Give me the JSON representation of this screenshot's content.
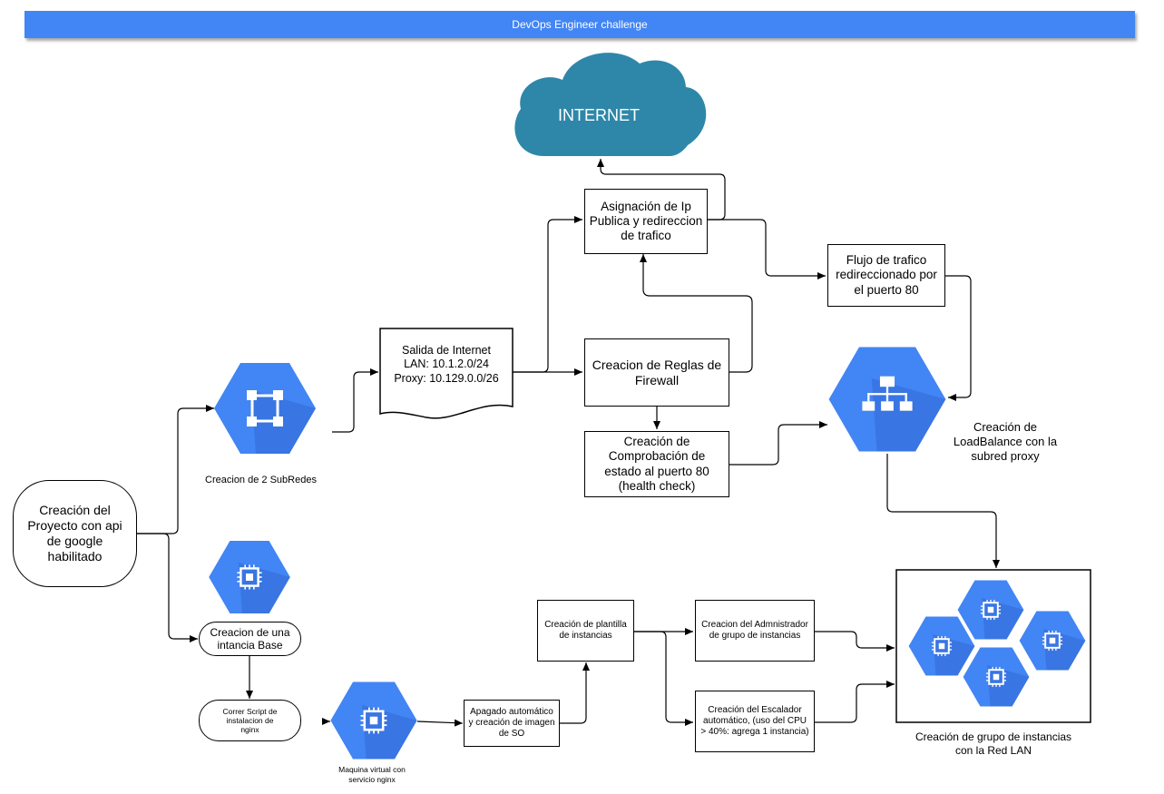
{
  "title": "DevOps Engineer challenge",
  "cloud_label": "INTERNET",
  "nodes": {
    "proyecto": "Creación del Proyecto con api de google habilitado",
    "subredes": "Creacion de 2 SubRedes",
    "salida_line1": "Salida de Internet",
    "salida_line2": "LAN: 10.1.2.0/24",
    "salida_line3": "Proxy: 10.129.0.0/26",
    "asignacion": "Asignación de Ip Publica y redireccion de trafico",
    "firewall": "Creacion de Reglas de Firewall",
    "health": "Creación de Comprobación de estado al puerto 80 (health check)",
    "flujo": "Flujo de trafico redireccionado por el puerto 80",
    "loadbalance": "Creación de LoadBalance con la subred proxy",
    "instancia_base": "Creacion de una intancia Base",
    "script": "Correr Script de instalacion de nginx",
    "vm_nginx": "Maquina virtual con servicio nginx",
    "apagado": "Apagado automático y creación de imagen de SO",
    "plantilla": "Creación de plantilla de instancias",
    "administrador": "Creacion del Admnistrador de grupo de instancias",
    "escalador": "Creación del Escalador automático, (uso del CPU > 40%: agrega 1 instancia)",
    "grupo": "Creación de grupo de instancias con la Red LAN"
  },
  "icons": {
    "subnet": "network-subnet-icon",
    "compute": "compute-chip-icon",
    "loadbalancer": "load-balancer-icon",
    "cloud": "cloud-icon"
  },
  "colors": {
    "title_bar": "#4285f4",
    "hex_blue": "#4285f4",
    "hex_dark": "#3367d6",
    "cloud": "#2e87a9"
  }
}
